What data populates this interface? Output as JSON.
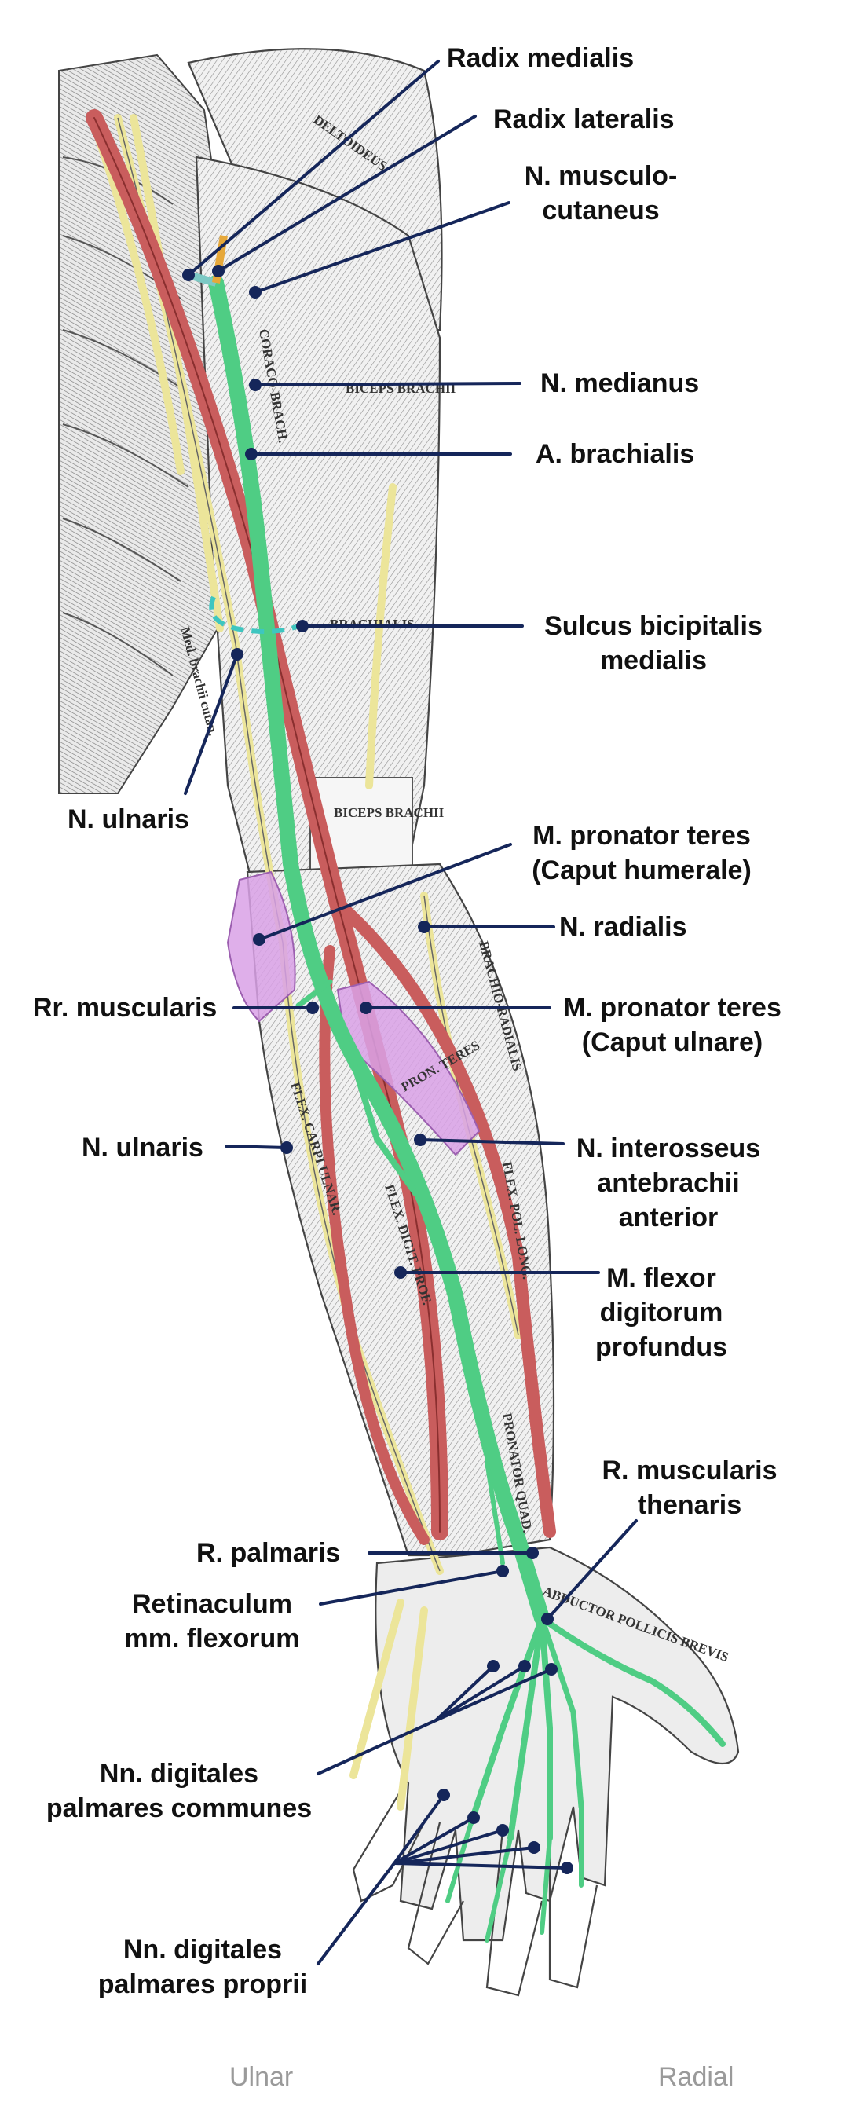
{
  "labels": {
    "radix_medialis": "Radix medialis",
    "radix_lateralis": "Radix lateralis",
    "n_musculocutaneus": [
      "N. musculo-",
      "cutaneus"
    ],
    "n_medianus": "N. medianus",
    "a_brachialis": "A. brachialis",
    "sulcus_bicipitalis": [
      "Sulcus bicipitalis",
      "medialis"
    ],
    "n_ulnaris_upper": "N. ulnaris",
    "m_pronator_teres_humerale": [
      "M. pronator teres",
      "(Caput humerale)"
    ],
    "n_radialis": "N. radialis",
    "rr_muscularis": "Rr. muscularis",
    "m_pronator_teres_ulnare": [
      "M. pronator teres",
      "(Caput ulnare)"
    ],
    "n_ulnaris_lower": "N. ulnaris",
    "n_interosseus": [
      "N. interosseus",
      "antebrachii",
      "anterior"
    ],
    "m_flexor_digitorum": [
      "M. flexor",
      "digitorum",
      "profundus"
    ],
    "r_muscularis_thenaris": [
      "R. muscularis",
      "thenaris"
    ],
    "r_palmaris": "R. palmaris",
    "retinaculum": [
      "Retinaculum",
      "mm. flexorum"
    ],
    "nn_digitales_communes": [
      "Nn. digitales",
      "palmares communes"
    ],
    "nn_digitales_proprii": [
      "Nn. digitales",
      "palmares proprii"
    ]
  },
  "muscle_engravings": [
    "DELTOIDEUS",
    "CORACO-BRACH.",
    "BICEPS BRACHII",
    "BRACHIALIS",
    "BICEPS BRACHII",
    "BRACHIO-RADIALIS",
    "PRON. TERES",
    "FLEX. CARPI ULNAR.",
    "FLEX. DIGIT. PROF.",
    "FLEX. POL. LONG.",
    "PRONATOR QUAD.",
    "ABDUCTOR POLLICIS BREVIS",
    "Med. brachii cutan."
  ],
  "axis": {
    "left": "Ulnar",
    "right": "Radial"
  },
  "colors": {
    "nerve_median": "#4fcd84",
    "artery": "#c95d5d",
    "nerve_other": "#ece59a",
    "muscle_highlight": "#d9a1e6",
    "leader": "#15265a",
    "sulcus": "#3ec6c0"
  }
}
